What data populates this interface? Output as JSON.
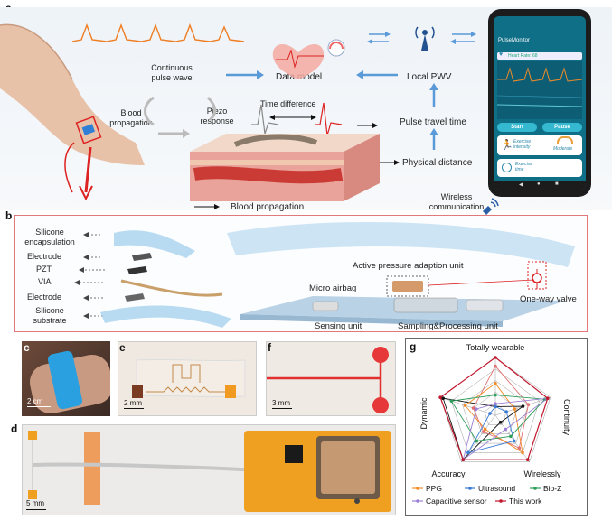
{
  "panel_a": {
    "letter": "a",
    "labels": {
      "continuous_pulse_wave": "Continuous\npulse wave",
      "data_model": "Data model",
      "local_pwv": "Local PWV",
      "blood_propagation_left": "Blood\npropagation",
      "piezo_response": "Piezo\nresponse",
      "time_difference": "Time difference",
      "pulse_travel_time": "Pulse travel time",
      "physical_distance": "Physical distance",
      "blood_propagation_bottom": "Blood propagation",
      "wireless_communication": "Wireless\ncommunication"
    },
    "phone": {
      "app_title": "PulseMonitor",
      "heart_rate_label": "Heart Rate: 68",
      "start_button": "Start",
      "pause_button": "Pause",
      "exercise_intensity_label": "Exercise\nintensity",
      "exercise_intensity_value": "Moderate",
      "exercise_time_label": "Exercise\ntime"
    }
  },
  "panel_b": {
    "letter": "b",
    "layers": [
      "Silicone\nencapsulation",
      "Electrode",
      "PZT",
      "VIA",
      "Electrode",
      "Silicone\nsubstrate"
    ],
    "labels": {
      "active_pressure": "Active pressure adaption unit",
      "micro_airbag": "Micro airbag",
      "one_way_valve": "One-way valve",
      "sensing_unit": "Sensing unit",
      "sampling_unit": "Sampling&Processing unit"
    }
  },
  "panel_c": {
    "letter": "c",
    "scale": "2 cm"
  },
  "panel_e": {
    "letter": "e",
    "scale": "2 mm"
  },
  "panel_f": {
    "letter": "f",
    "scale": "3 mm"
  },
  "panel_d": {
    "letter": "d",
    "scale": "5 mm"
  },
  "panel_g": {
    "letter": "g"
  },
  "chart_data": {
    "type": "radar",
    "axes": [
      "Totally wearable",
      "Continuity",
      "Wirelessly",
      "Accuracy",
      "Dynamic"
    ],
    "series": [
      {
        "name": "PPG",
        "color": "#f28c28",
        "values": [
          0.55,
          0.35,
          0.8,
          0.3,
          0.55
        ]
      },
      {
        "name": "Ultrasound",
        "color": "#3a7bd5",
        "values": [
          0.15,
          0.2,
          0.55,
          0.8,
          0.1
        ]
      },
      {
        "name": "Bio-Z",
        "color": "#2e9e5b",
        "values": [
          0.35,
          0.9,
          0.45,
          0.55,
          0.8
        ]
      },
      {
        "name": "Capacitive sensor",
        "color": "#9b7fd4",
        "values": [
          0.2,
          0.95,
          0.3,
          0.95,
          0.35
        ]
      },
      {
        "name": "This work",
        "color": "#c0152b",
        "values": [
          1.0,
          0.95,
          0.95,
          0.95,
          1.0
        ]
      }
    ],
    "extra_series_colors": [
      "#111111",
      "#e07070"
    ],
    "extra_series_values": [
      [
        0.15,
        0.5,
        0.15,
        0.95,
        0.95
      ],
      [
        0.85,
        0.6,
        0.7,
        0.35,
        0.4
      ]
    ],
    "grid_levels": 5
  }
}
